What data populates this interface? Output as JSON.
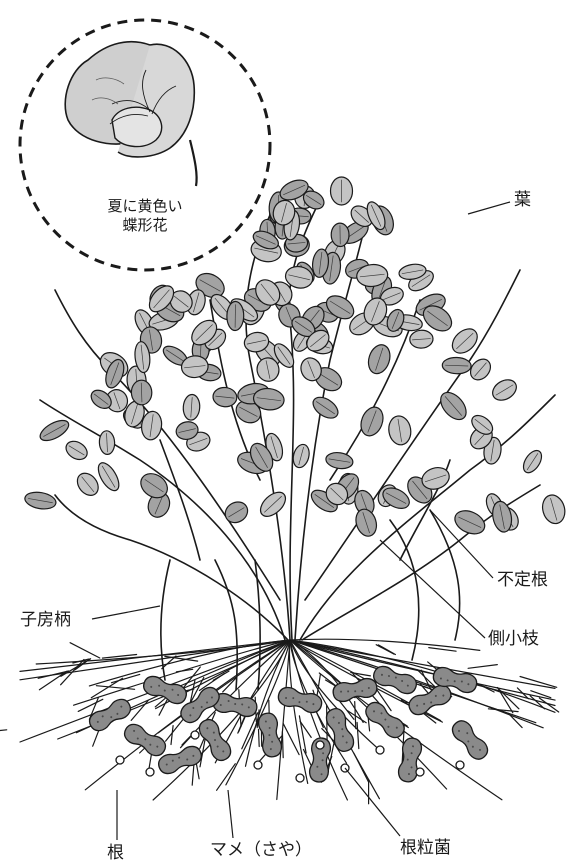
{
  "inset": {
    "caption_line1": "夏に黄色い",
    "caption_line2": "蝶形花"
  },
  "labels": {
    "leaf": "葉",
    "adventitious_root": "不定根",
    "gynophore": "子房柄",
    "lateral_branch": "側小枝",
    "root": "根",
    "pod": "マメ（さや）",
    "root_nodule": "根粒菌"
  },
  "colors": {
    "ink": "#1a1a1a",
    "leaf_fill": "#a3a3a3",
    "leaf_fill_light": "#c4c4c4",
    "pod_fill": "#8a8a8a",
    "flower_fill": "#cfcfcf"
  }
}
